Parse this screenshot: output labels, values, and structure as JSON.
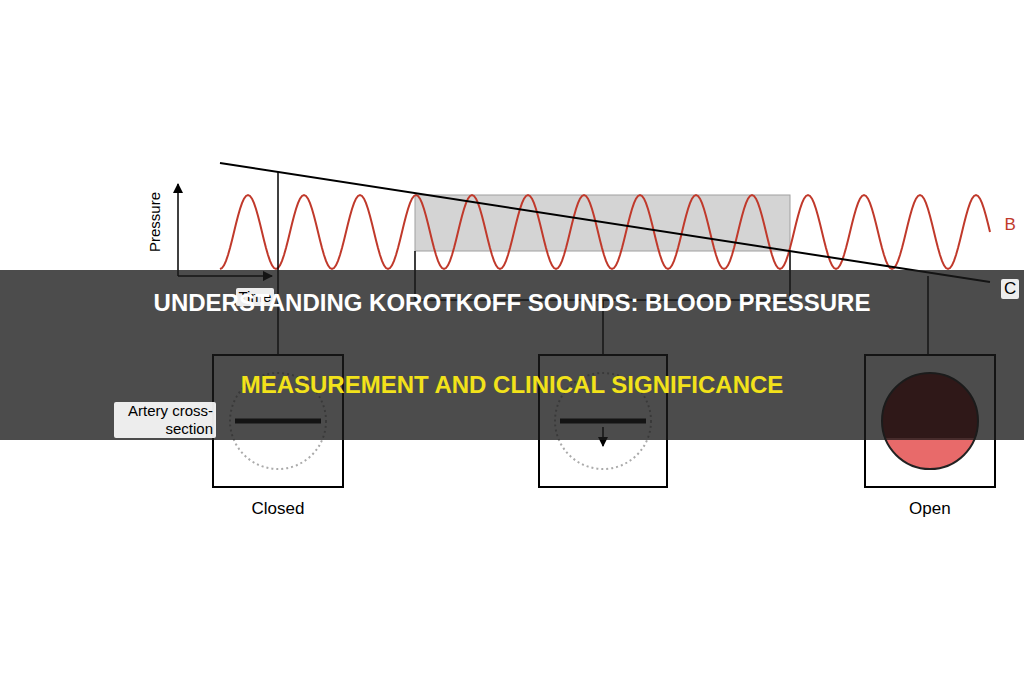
{
  "diagram": {
    "title": "UNDERSTANDING KOROTKOFF SOUNDS: BLOOD PRESSURE MEASUREMENT AND CLINICAL SIGNIFICANCE",
    "labels": [
      "Pressure",
      "Time",
      "B",
      "C",
      "Artery cross-section",
      "Closed",
      "Open"
    ]
  }
}
